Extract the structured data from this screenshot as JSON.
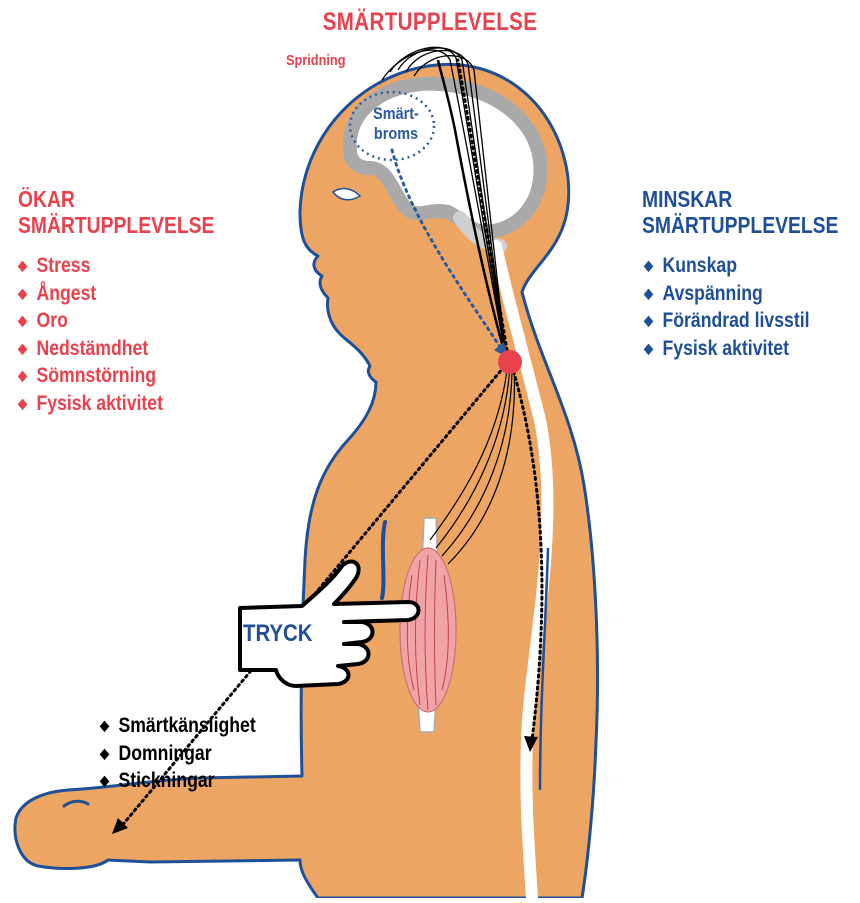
{
  "title": "SMÄRTUPPLEVELSE",
  "spread_label": "Spridning",
  "brake_label": [
    "Smärt-",
    "broms"
  ],
  "increase": {
    "heading": [
      "ÖKAR",
      "SMÄRTUPPLEVELSE"
    ],
    "items": [
      "Stress",
      "Ångest",
      "Oro",
      "Nedstämdhet",
      "Sömnstörning",
      "Fysisk aktivitet"
    ]
  },
  "decrease": {
    "heading": [
      "MINSKAR",
      "SMÄRTUPPLEVELSE"
    ],
    "items": [
      "Kunskap",
      "Avspänning",
      "Förändrad livsstil",
      "Fysisk aktivitet"
    ]
  },
  "symptoms": [
    "Smärtkänslighet",
    "Domningar",
    "Stickningar"
  ],
  "press_label": "TRYCK",
  "bullet_symbol": "◆",
  "colors": {
    "increase": "#e8424e",
    "decrease": "#1f4f96",
    "body": "#eda564",
    "outline": "#1f4f96",
    "brain": "#a9a9a9",
    "muscle": "#f0a3a5",
    "pain_point": "#e8424e"
  }
}
